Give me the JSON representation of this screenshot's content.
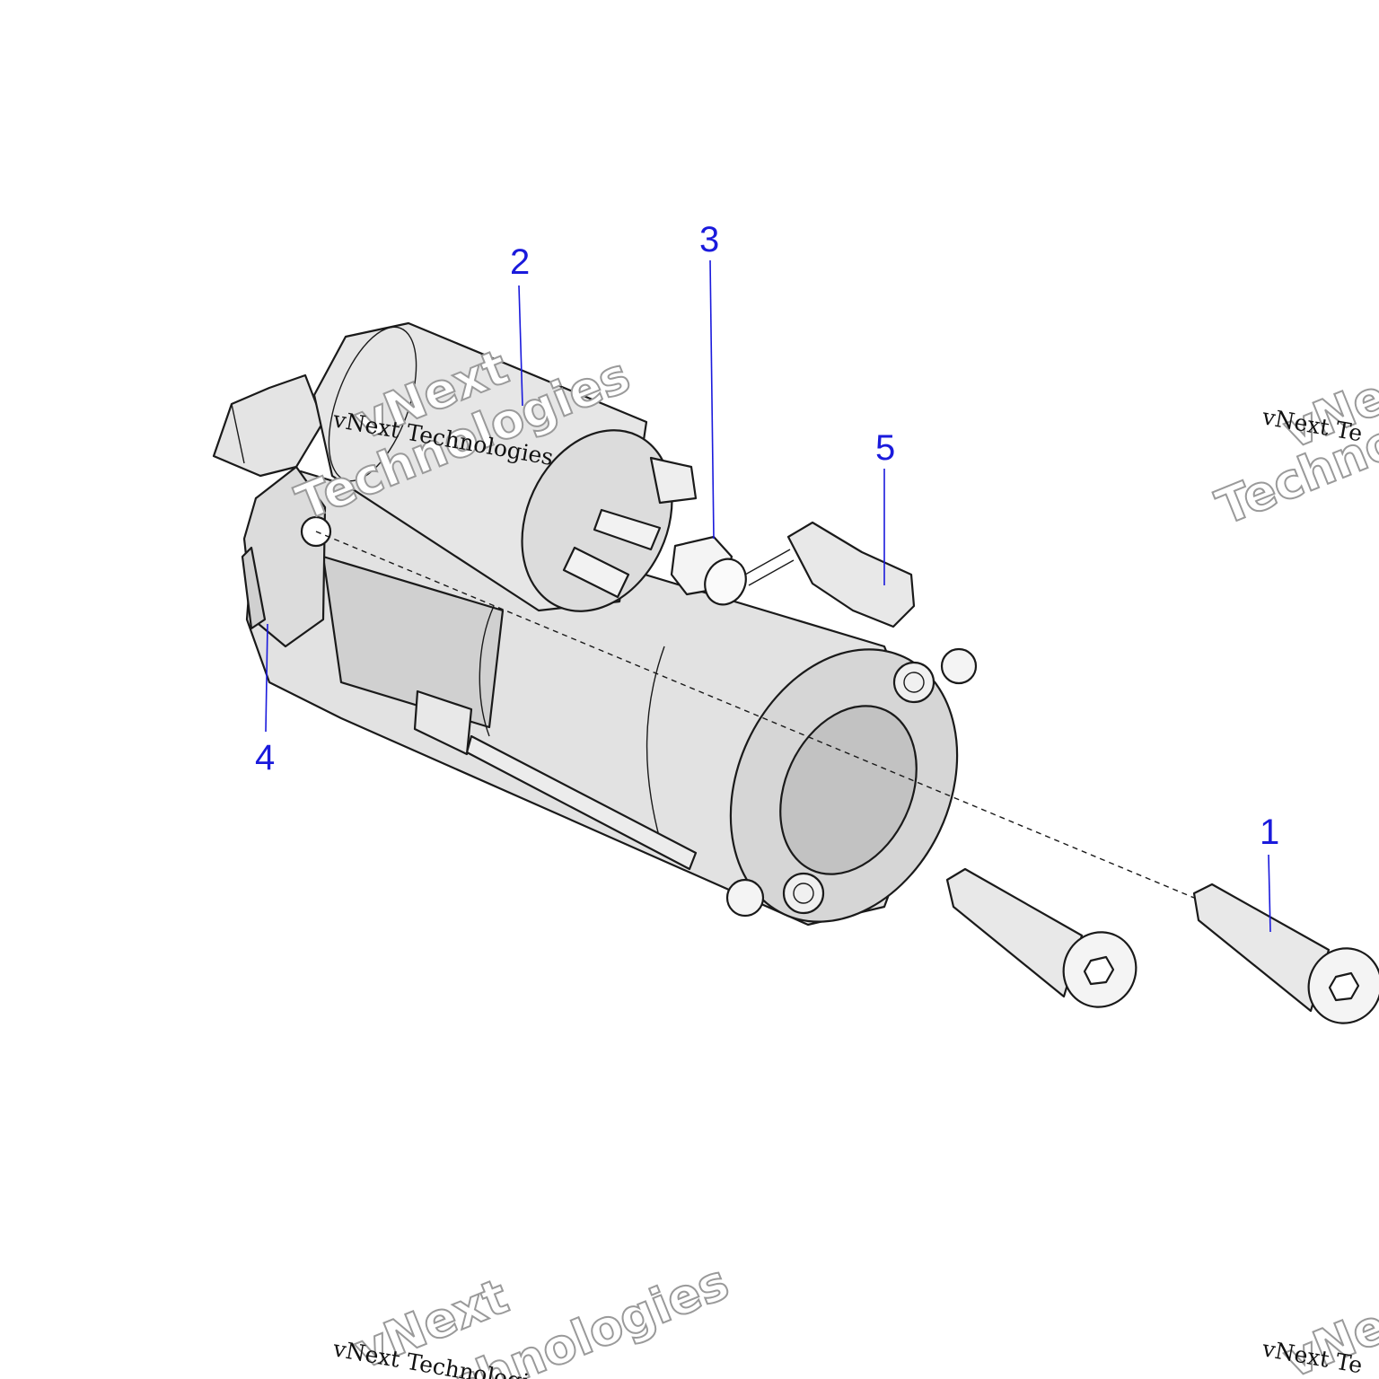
{
  "callouts": [
    {
      "id": "1",
      "label": "1"
    },
    {
      "id": "2",
      "label": "2"
    },
    {
      "id": "3",
      "label": "3"
    },
    {
      "id": "4",
      "label": "4"
    },
    {
      "id": "5",
      "label": "5"
    }
  ],
  "watermark": {
    "line_serif": "vNext Technologies",
    "outline_top": "vNext",
    "outline_bottom": "Technologies",
    "line_serif_partial": "vNext Te",
    "outline_top_partial": "vNe",
    "outline_bottom_partial": "Technol"
  },
  "colors": {
    "callout": "#1a1adc",
    "part_fill": "#e6e6e6",
    "part_shade": "#c9c9c9",
    "outline": "#1a1a1a"
  }
}
